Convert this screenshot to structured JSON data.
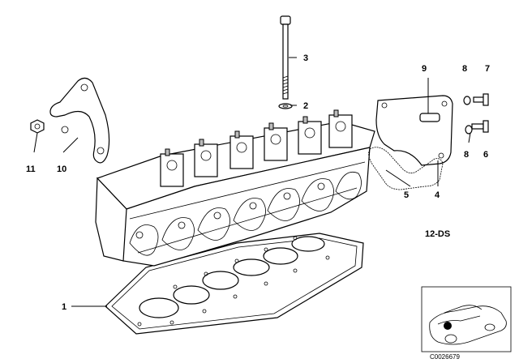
{
  "callouts": {
    "c1": "1",
    "c2": "2",
    "c3": "3",
    "c4": "4",
    "c5": "5",
    "c6": "6",
    "c7": "7",
    "c8a": "8",
    "c8b": "8",
    "c9": "9",
    "c10": "10",
    "c11": "11"
  },
  "engine_code": "12-DS",
  "reference_number": "C0026679"
}
